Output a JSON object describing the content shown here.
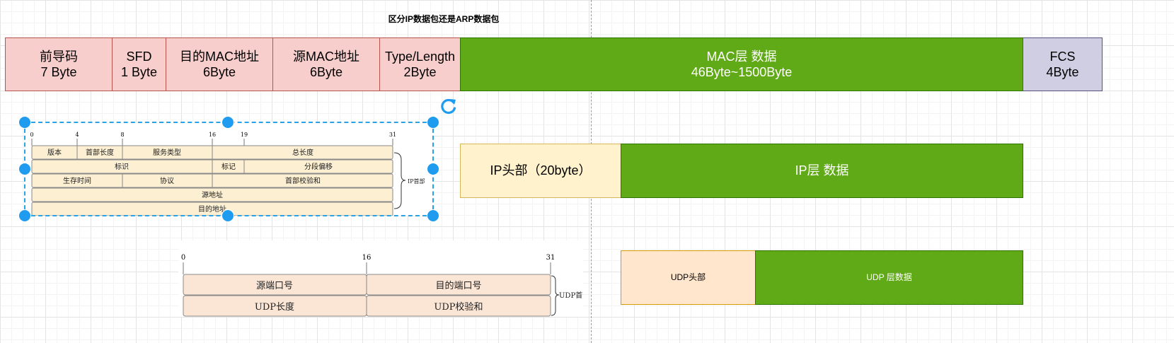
{
  "title": "区分IP数据包还是ARP数据包",
  "ethernet_frame": [
    {
      "line1": "前导码",
      "line2": "7 Byte"
    },
    {
      "line1": "SFD",
      "line2": "1 Byte"
    },
    {
      "line1": "目的MAC地址",
      "line2": "6Byte"
    },
    {
      "line1": "源MAC地址",
      "line2": "6Byte"
    },
    {
      "line1": "Type/Length",
      "line2": "2Byte"
    },
    {
      "line1": "MAC层 数据",
      "line2": "46Byte~1500Byte"
    },
    {
      "line1": "FCS",
      "line2": "4Byte"
    }
  ],
  "ip_packet": {
    "header": "IP头部（20byte）",
    "data": "IP层 数据"
  },
  "udp_packet": {
    "header": "UDP头部",
    "data": "UDP 层数据"
  },
  "ip_header_image": {
    "bit_labels": [
      "0",
      "4",
      "8",
      "16",
      "19",
      "31"
    ],
    "row1": [
      "版本",
      "首部长度",
      "服务类型",
      "总长度"
    ],
    "row2": [
      "标识",
      "标记",
      "分段偏移"
    ],
    "row3": [
      "生存时间",
      "协议",
      "首部校验和"
    ],
    "row4": [
      "源地址"
    ],
    "row5": [
      "目的地址"
    ],
    "brace_label": "IP首部"
  },
  "udp_header_image": {
    "bit_labels": [
      "0",
      "16",
      "31"
    ],
    "row1": [
      "源端口号",
      "目的端口号"
    ],
    "row2": [
      "UDP长度",
      "UDP校验和"
    ],
    "brace_label": "UDP首部"
  },
  "colors": {
    "pink_fill": "#f8cecc",
    "pink_border": "#b85450",
    "green_fill": "#60a917",
    "lavender_fill": "#d0cee2",
    "cream_fill": "#fff2cc",
    "peach_fill": "#ffe6cc",
    "selection": "#1f9cf0"
  }
}
